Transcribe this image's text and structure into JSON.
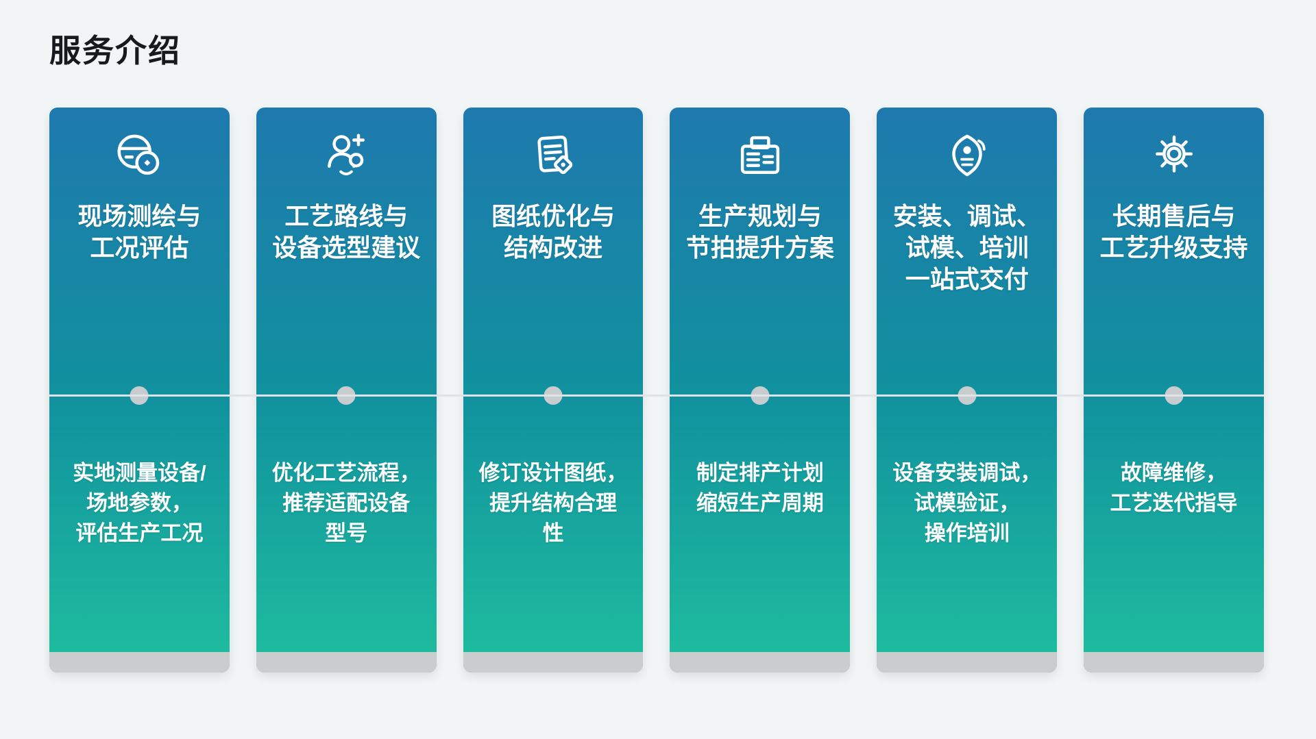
{
  "page": {
    "title": "服务介绍"
  },
  "colors": {
    "background": "#f2f5f6",
    "title_text": "#16191d",
    "card_gradient_top": "#1e79ae",
    "card_gradient_mid": "#11929e",
    "card_gradient_bottom": "#1fbe9e",
    "card_text": "#ffffff",
    "connector_line": "#dfe3e5",
    "connector_dot": "#c7cccf",
    "card_footer": "#c9cdce"
  },
  "cards": [
    {
      "icon": "survey-scope-icon",
      "title": "现场测绘与\n工况评估",
      "desc": "实地测量设备/\n场地参数，\n评估生产工况"
    },
    {
      "icon": "add-user-icon",
      "title": "工艺路线与\n设备选型建议",
      "desc": "优化工艺流程，\n推荐适配设备\n型号"
    },
    {
      "icon": "document-tag-icon",
      "title": "图纸优化与\n结构改进",
      "desc": "修订设计图纸，\n提升结构合理\n性"
    },
    {
      "icon": "production-machine-icon",
      "title": "生产规划与\n节拍提升方案",
      "desc": "制定排产计划\n缩短生产周期"
    },
    {
      "icon": "certified-badge-icon",
      "title": "安装、调试、\n试模、培训\n一站式交付",
      "desc": "设备安装调试，\n试模验证，\n操作培训"
    },
    {
      "icon": "gear-icon",
      "title": "长期售后与\n工艺升级支持",
      "desc": "故障维修，\n工艺迭代指导"
    }
  ]
}
